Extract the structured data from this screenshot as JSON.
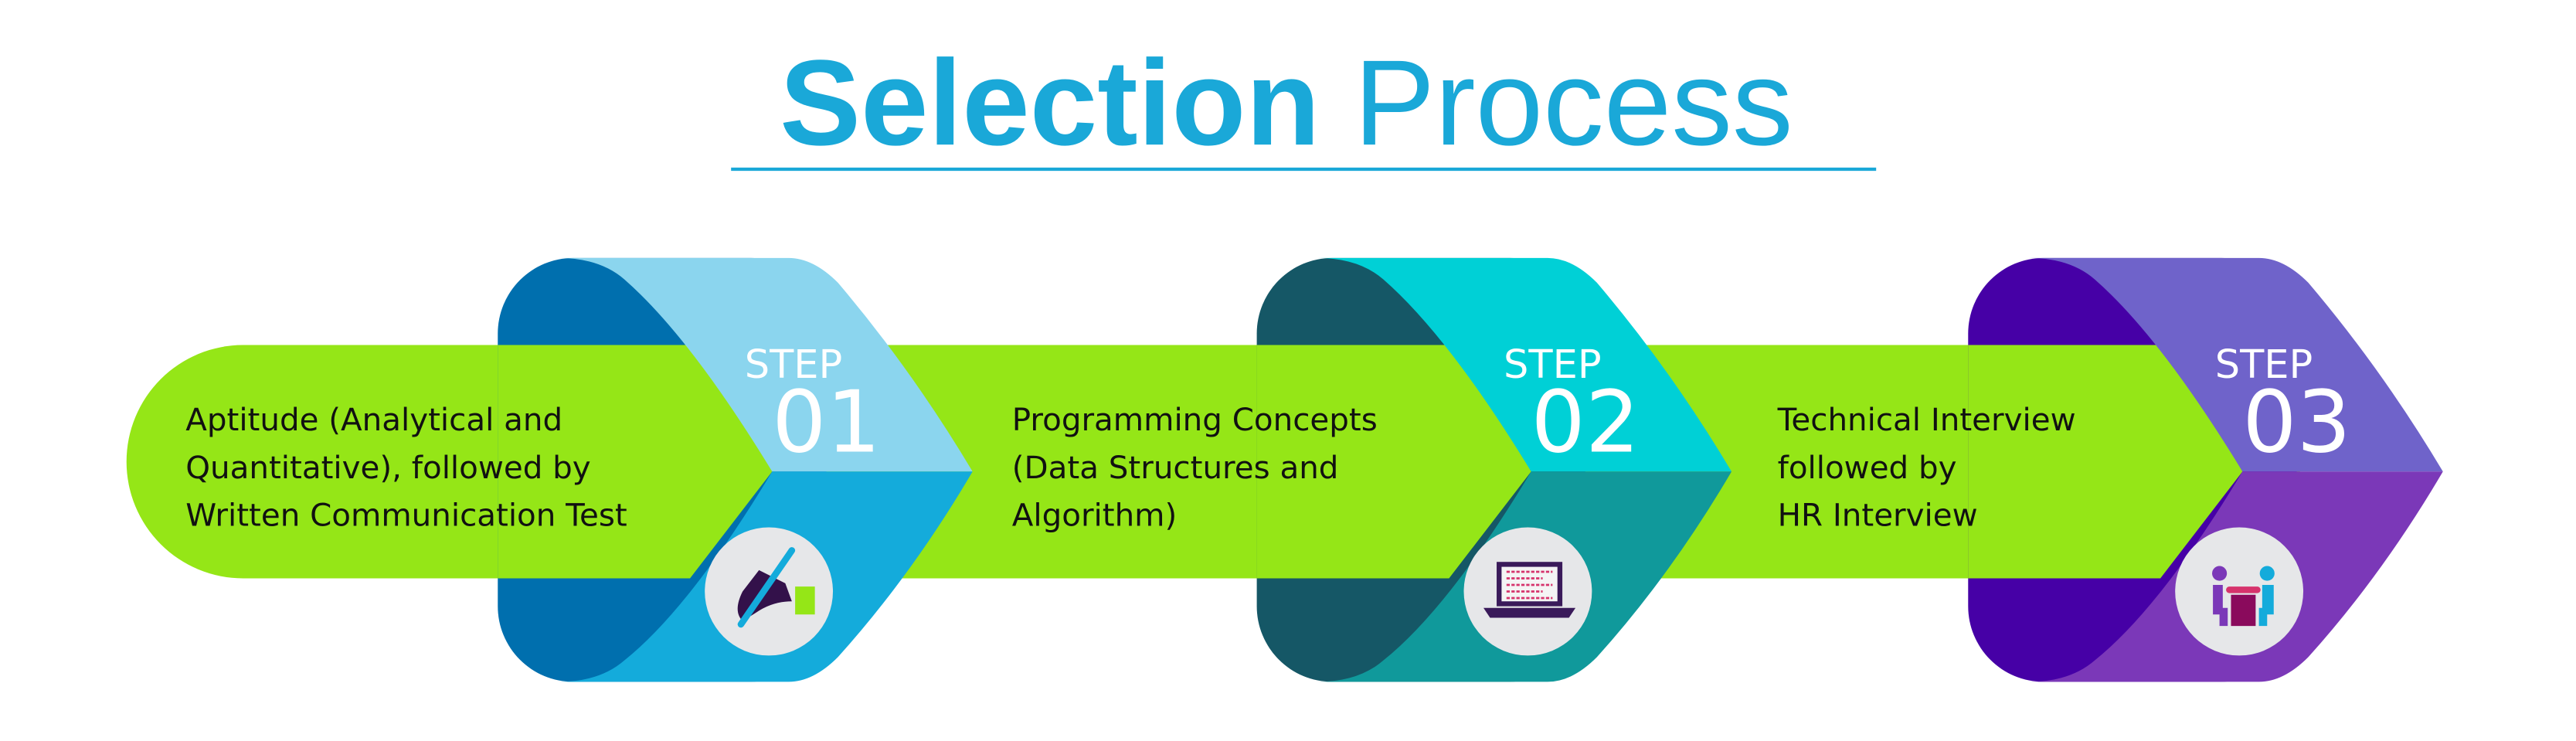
{
  "title": {
    "bold": "Selection",
    "regular": "Process"
  },
  "colors": {
    "title": "#1aa8d8",
    "band": "#95e617",
    "icon_circle": "#e6e7e9"
  },
  "steps": [
    {
      "label": "STEP",
      "number": "01",
      "lines": [
        "Aptitude (Analytical and",
        "Quantitative), followed by",
        "Written Communication Test"
      ],
      "icon": "hand-writing-pen-icon",
      "colors": {
        "dark": "#006fae",
        "light": "#8bd5ee",
        "bottom": "#14abdb"
      }
    },
    {
      "label": "STEP",
      "number": "02",
      "lines": [
        "Programming Concepts",
        "(Data Structures and",
        "Algorithm)"
      ],
      "icon": "laptop-code-icon",
      "colors": {
        "dark": "#155766",
        "light": "#00d0d6",
        "bottom": "#10999b"
      }
    },
    {
      "label": "STEP",
      "number": "03",
      "lines": [
        "Technical Interview",
        "followed by",
        "HR Interview"
      ],
      "icon": "interview-people-table-icon",
      "colors": {
        "dark": "#4600a6",
        "light": "#6f63ca",
        "bottom": "#7b38b8"
      }
    }
  ]
}
